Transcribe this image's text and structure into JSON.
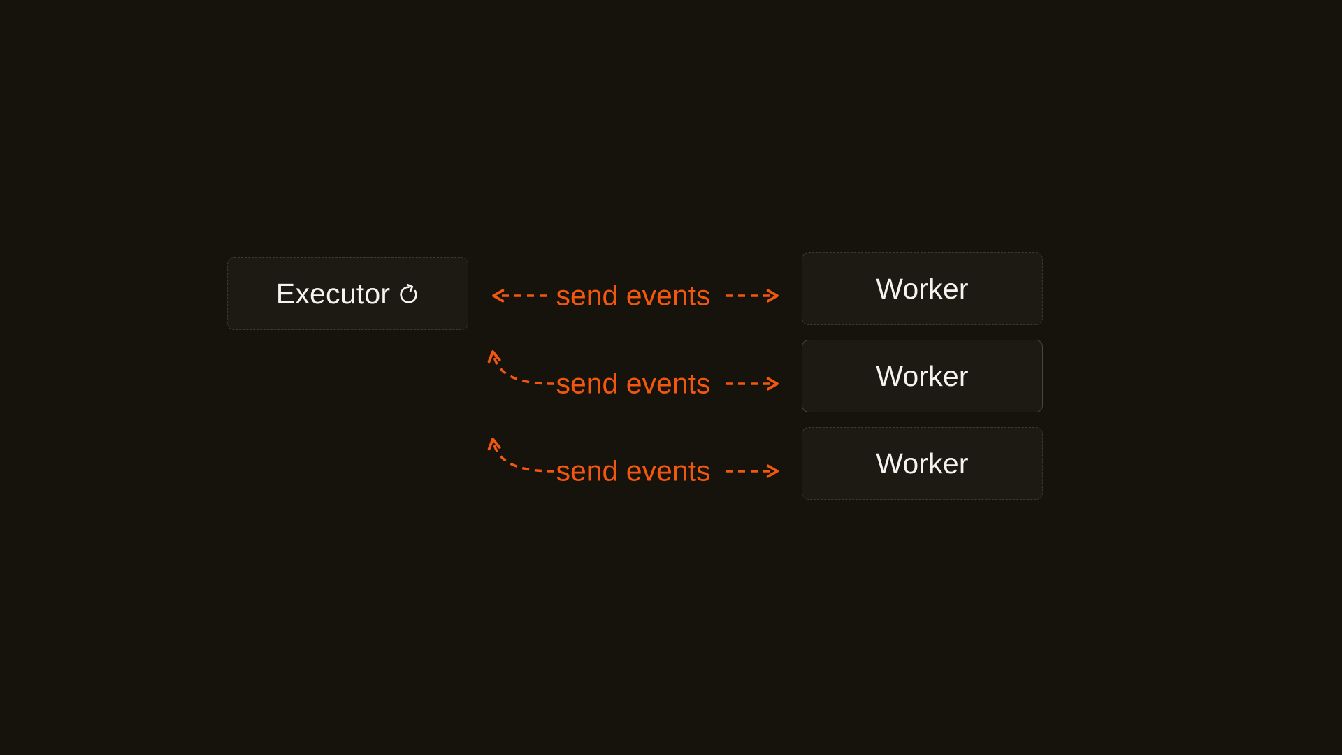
{
  "canvas": {
    "background": "#16120c"
  },
  "colors": {
    "accent_orange": "#f1570e",
    "box_fill": "#1d1a14",
    "box_border": "#3f3930",
    "text_light": "#f5f3f0"
  },
  "nodes": {
    "executor": {
      "label": "Executor",
      "icon": "refresh-clockwise-icon"
    },
    "workers": [
      {
        "label": "Worker"
      },
      {
        "label": "Worker"
      },
      {
        "label": "Worker"
      }
    ]
  },
  "edges": [
    {
      "label": "send events",
      "from": "executor",
      "to": "worker-1",
      "style": "dashed, arrowheads both ends, straight"
    },
    {
      "label": "send events",
      "from": "executor",
      "to": "worker-2",
      "style": "dashed, curved arrowhead up toward executor, arrowhead right to worker"
    },
    {
      "label": "send events",
      "from": "executor",
      "to": "worker-3",
      "style": "dashed, curved arrowhead up toward executor, arrowhead right to worker"
    }
  ]
}
